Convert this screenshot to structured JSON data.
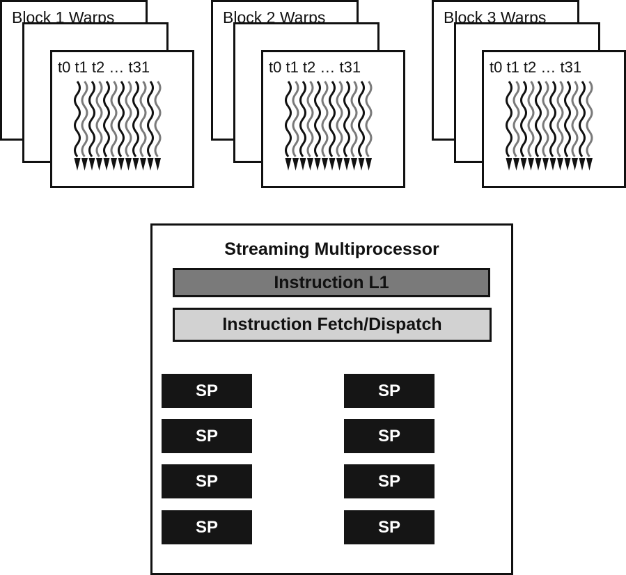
{
  "blocks": [
    {
      "title": "Block 1 Warps",
      "threads_label": "t0 t1 t2 … t31"
    },
    {
      "title": "Block 2 Warps",
      "threads_label": "t0 t1 t2 … t31"
    },
    {
      "title": "Block 3 Warps",
      "threads_label": "t0 t1 t2 … t31"
    }
  ],
  "sm": {
    "title": "Streaming Multiprocessor",
    "instruction_l1": "Instruction L1",
    "fetch_dispatch": "Instruction Fetch/Dispatch",
    "sp_left": [
      "SP",
      "SP",
      "SP",
      "SP"
    ],
    "sp_right": [
      "SP",
      "SP",
      "SP",
      "SP"
    ]
  },
  "colors": {
    "instruction_l1": "#7a7a7a",
    "fetch_dispatch": "#d2d2d2",
    "sp": "#151515"
  }
}
